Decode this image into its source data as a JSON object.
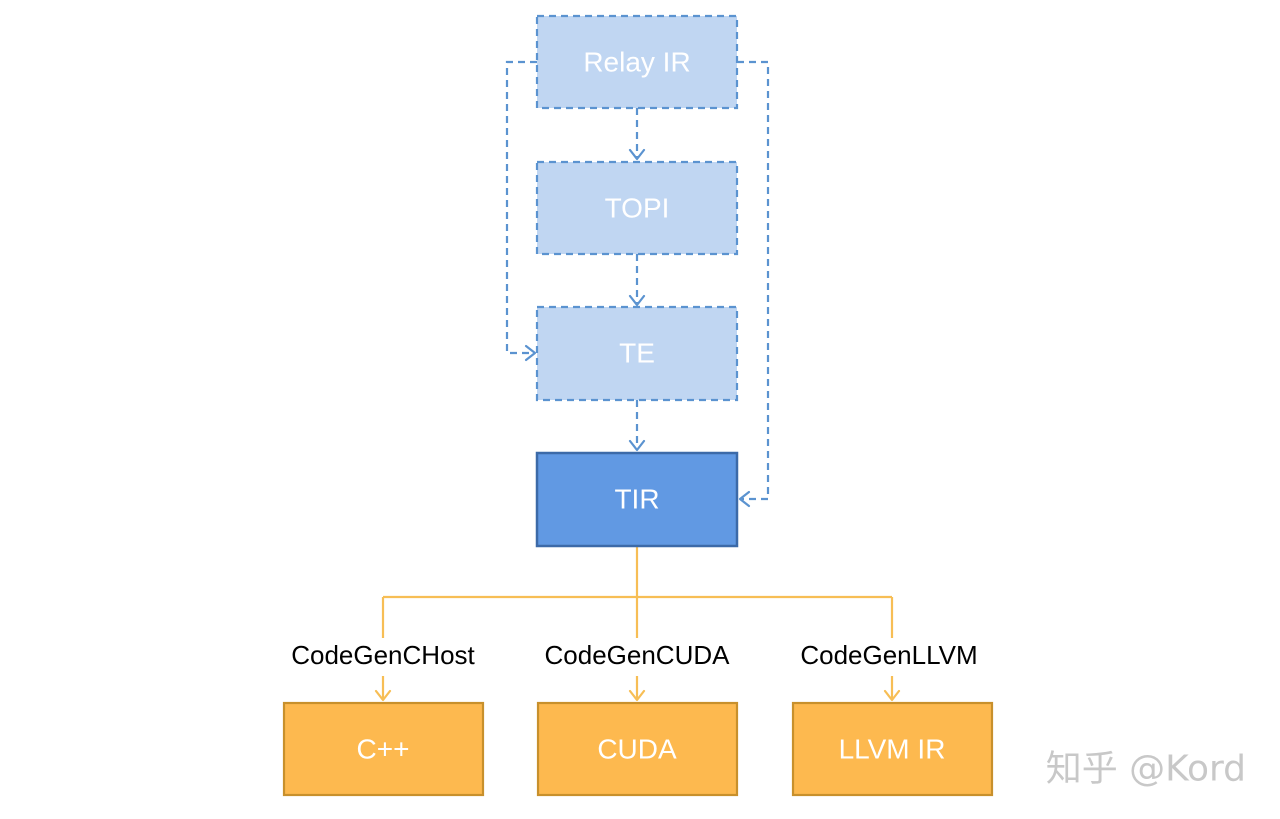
{
  "colors": {
    "light_node_fill": "#c0d6f2",
    "light_node_stroke": "#5b93d0",
    "tir_fill": "#6199e3",
    "tir_stroke": "#3c6aa8",
    "orange_fill": "#fdb94f",
    "orange_stroke": "#c8902c",
    "orange_line": "#f7be55",
    "dashed_edge": "#5b93d0",
    "node_text": "#ffffff",
    "label_text": "#000000",
    "watermark": "#c8c8c8"
  },
  "nodes": {
    "relay_ir": "Relay IR",
    "topi": "TOPI",
    "te": "TE",
    "tir": "TIR",
    "cpp": "C++",
    "cuda": "CUDA",
    "llvm_ir": "LLVM IR"
  },
  "edge_labels": {
    "codegen_chost": "CodeGenCHost",
    "codegen_cuda": "CodeGenCUDA",
    "codegen_llvm": "CodeGenLLVM"
  },
  "edges": [
    {
      "from": "Relay IR",
      "to": "TOPI",
      "style": "dashed"
    },
    {
      "from": "TOPI",
      "to": "TE",
      "style": "dashed"
    },
    {
      "from": "Relay IR",
      "to": "TE",
      "style": "dashed"
    },
    {
      "from": "TE",
      "to": "TIR",
      "style": "dashed"
    },
    {
      "from": "Relay IR",
      "to": "TIR",
      "style": "dashed"
    },
    {
      "from": "TIR",
      "to": "C++",
      "label": "CodeGenCHost",
      "style": "solid"
    },
    {
      "from": "TIR",
      "to": "CUDA",
      "label": "CodeGenCUDA",
      "style": "solid"
    },
    {
      "from": "TIR",
      "to": "LLVM IR",
      "label": "CodeGenLLVM",
      "style": "solid"
    }
  ],
  "watermark": "知乎 @Kord"
}
